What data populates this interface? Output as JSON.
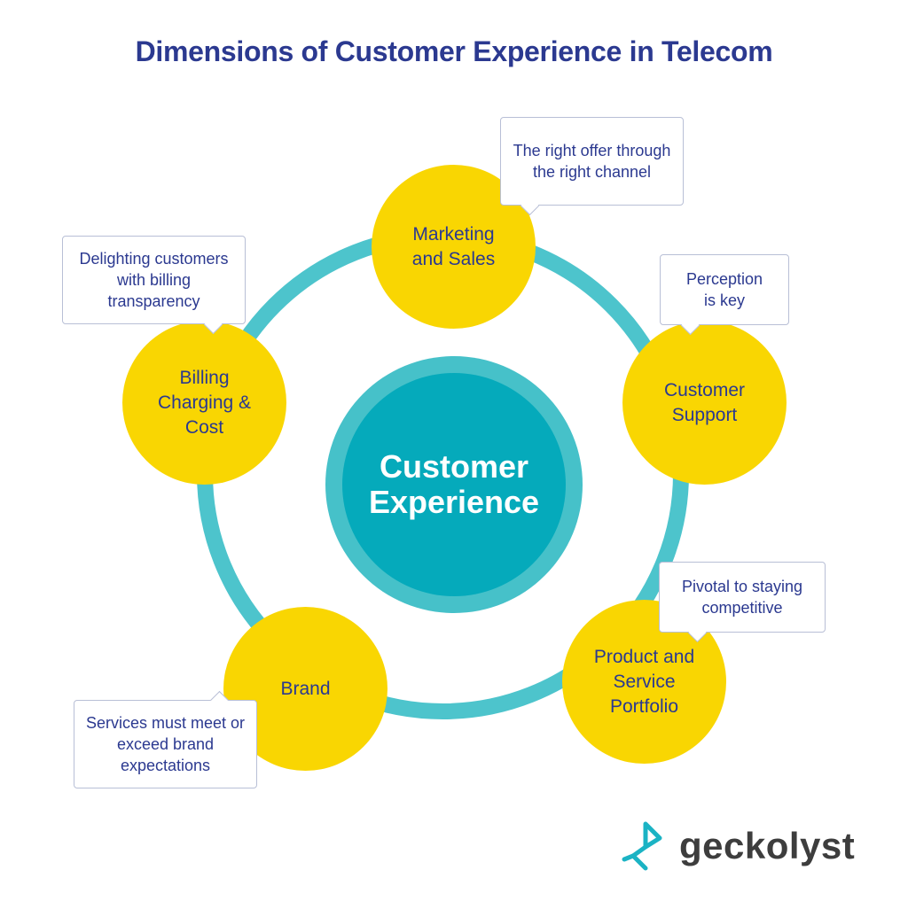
{
  "title": "Dimensions of Customer Experience in Telecom",
  "center": {
    "label": "Customer Experience"
  },
  "nodes": {
    "marketing": "Marketing and Sales",
    "support": "Customer Support",
    "product": "Product and Service Portfolio",
    "brand": "Brand",
    "billing": "Billing Charging & Cost"
  },
  "callouts": {
    "marketing": "The right offer through the right channel",
    "support": "Perception is key",
    "product": "Pivotal to staying competitive",
    "brand": "Services must meet or exceed brand expectations",
    "billing": "Delighting customers with billing transparency"
  },
  "logo": {
    "text": "geckolyst",
    "icon": "geckolyst-logo-icon"
  },
  "colors": {
    "title": "#2b3990",
    "ring": "#4dc4cc",
    "center": "#05aabb",
    "node": "#f9d602",
    "text": "#2b3990"
  }
}
